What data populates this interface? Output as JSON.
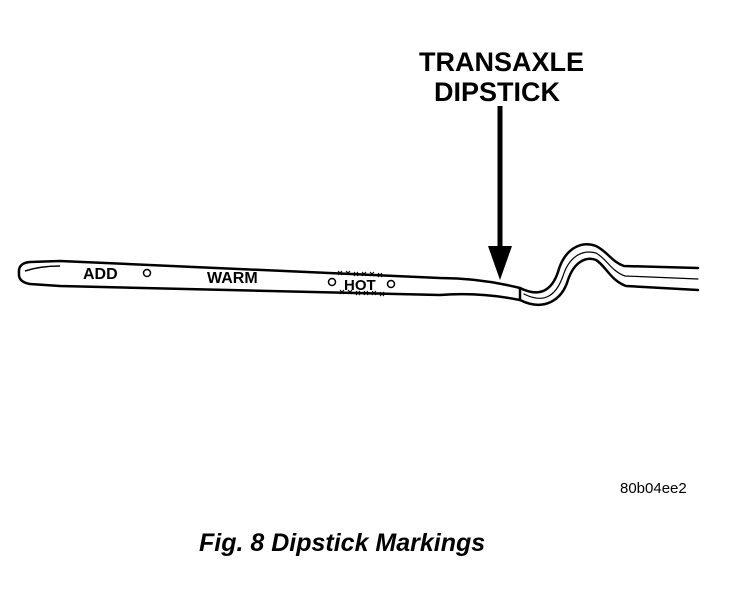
{
  "callout": {
    "line1": "TRANSAXLE",
    "line2": "DIPSTICK"
  },
  "markings": {
    "add": "ADD",
    "warm": "WARM",
    "hot": "HOT"
  },
  "figure_id": "80b04ee2",
  "caption": "Fig. 8 Dipstick Markings"
}
